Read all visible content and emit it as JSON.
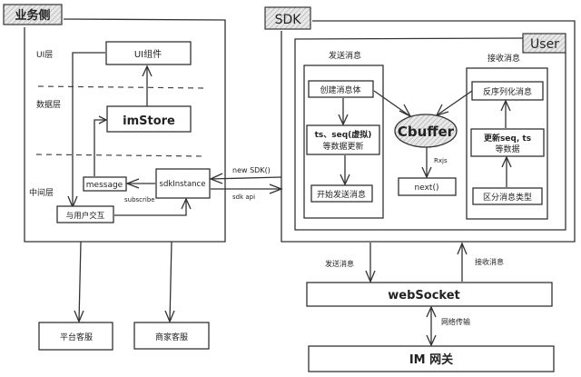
{
  "business_side": {
    "title": "业务侧",
    "layers": {
      "ui": "UI层",
      "data": "数据层",
      "middle": "中间层"
    },
    "nodes": {
      "ui_component": "UI组件",
      "im_store": "imStore",
      "message": "message",
      "sdk_instance": "sdkInstance",
      "user_interaction": "与用户交互"
    },
    "edge_labels": {
      "subscribe": "subscribe"
    }
  },
  "external_services": {
    "platform_cs": "平台客服",
    "merchant_cs": "商家客服"
  },
  "connections": {
    "new_sdk": "new SDK()",
    "sdk_api": "sdk api"
  },
  "sdk": {
    "title": "SDK",
    "user": {
      "title": "User",
      "send_group": {
        "title": "发送消息",
        "steps": [
          "创建消息体",
          "ts、seq(虚拟)",
          "等数据更新",
          "开始发送消息"
        ]
      },
      "receive_group": {
        "title": "接收消息",
        "steps": [
          "反序列化消息",
          "更新seq, ts",
          "等数据",
          "区分消息类型"
        ]
      },
      "cbuffer": "Cbuffer",
      "rxjs": "Rxjs",
      "next": "next()"
    }
  },
  "transport": {
    "send_label": "发送消息",
    "receive_label": "接收消息",
    "websocket": "webSocket",
    "network_label": "网络传输",
    "gateway": "IM 网关"
  }
}
